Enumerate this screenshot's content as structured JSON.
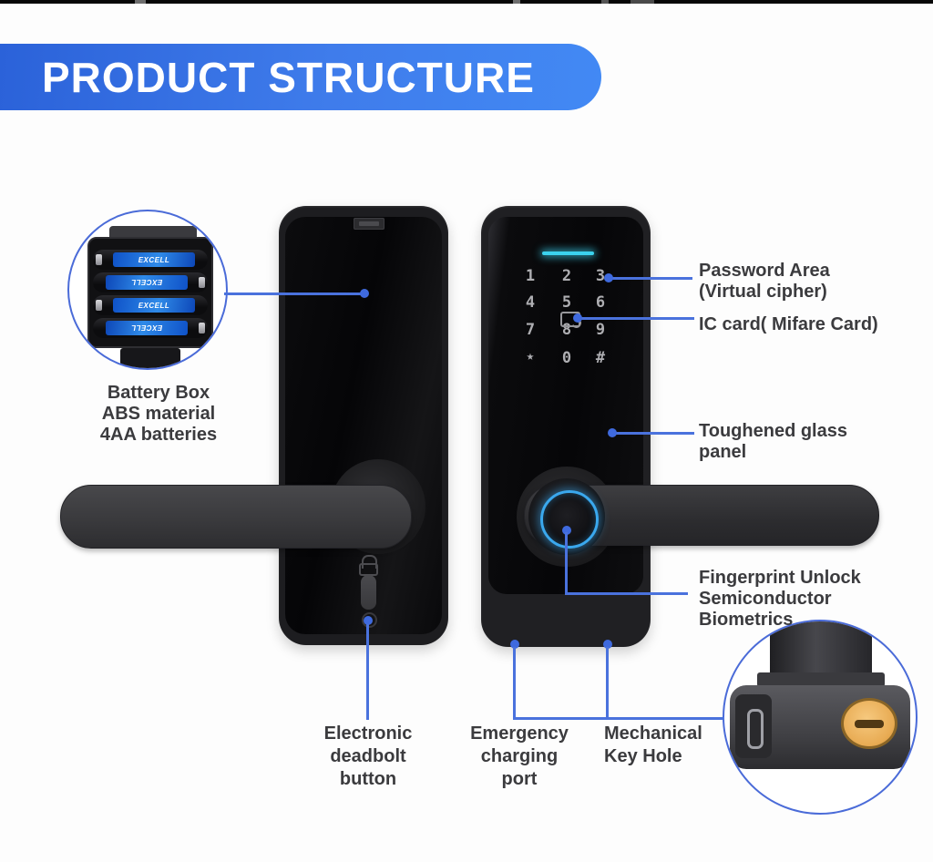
{
  "banner": {
    "title": "PRODUCT STRUCTURE"
  },
  "colors": {
    "banner_gradient_start": "#2b62d9",
    "banner_gradient_end": "#4289f4",
    "connector_blue": "#4a72dd",
    "status_cyan_bar": "#3bd2ee",
    "fingerprint_ring": "#3aa8ee",
    "keyhole_gold": "#e8ab53",
    "label_text": "#3b3b3e"
  },
  "device": {
    "keypad": {
      "rows": [
        [
          "1",
          "2",
          "3"
        ],
        [
          "4",
          "5",
          "6"
        ],
        [
          "7",
          "8",
          "9"
        ],
        [
          "★",
          "0",
          "#"
        ]
      ]
    },
    "battery": {
      "brand": "EXCELL"
    }
  },
  "callouts": {
    "battery": [
      "Battery Box",
      "ABS material",
      "4AA batteries"
    ],
    "password": [
      "Password Area",
      "(Virtual cipher)"
    ],
    "ic_card": [
      "IC card( Mifare Card)"
    ],
    "glass": [
      "Toughened glass",
      "panel"
    ],
    "fingerprint": [
      "Fingerprint Unlock",
      "Semiconductor",
      "Biometrics"
    ],
    "deadbolt": [
      "Electronic",
      "deadbolt",
      "button"
    ],
    "charging": [
      "Emergency",
      "charging",
      "port"
    ],
    "keyhole": [
      "Mechanical",
      "Key Hole"
    ]
  }
}
